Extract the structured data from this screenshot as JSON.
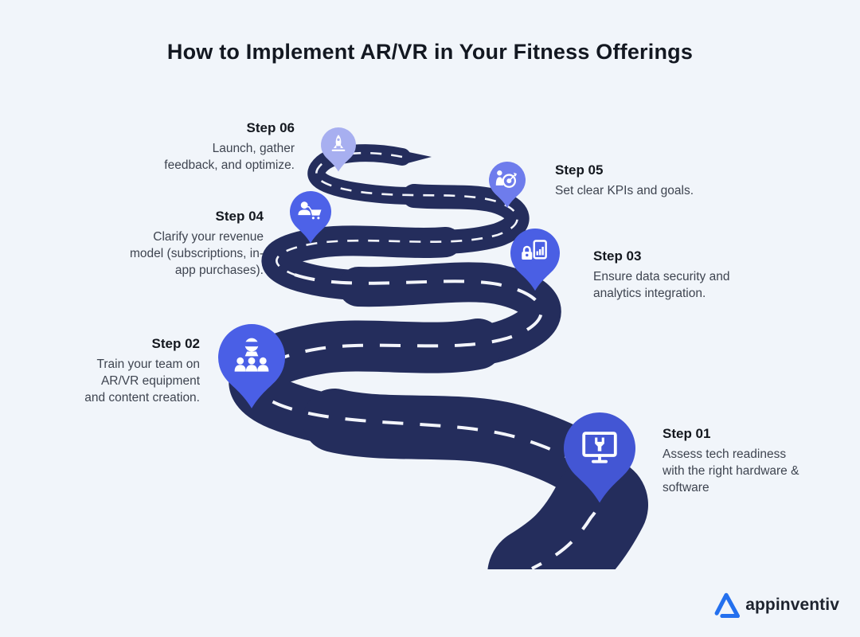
{
  "page": {
    "title": "How to Implement AR/VR in Your Fitness Offerings",
    "background": "#f1f5fa"
  },
  "road": {
    "color": "#242d5c",
    "dash_color": "#f3f5fb"
  },
  "steps": [
    {
      "label": "Step 01",
      "lines": [
        "Assess tech readiness",
        "with the right hardware &",
        "software"
      ],
      "icon": "monitor-wrench-icon",
      "pin_color": "#4356d4"
    },
    {
      "label": "Step 02",
      "lines": [
        "Train your team on",
        "AR/VR equipment",
        "and content creation."
      ],
      "icon": "vr-team-icon",
      "pin_color": "#4a5fe6"
    },
    {
      "label": "Step 03",
      "lines": [
        "Ensure data security and",
        "analytics integration."
      ],
      "icon": "secure-analytics-icon",
      "pin_color": "#4a5fe4"
    },
    {
      "label": "Step 04",
      "lines": [
        "Clarify your revenue",
        "model (subscriptions, in-",
        "app purchases)."
      ],
      "icon": "customer-cart-icon",
      "pin_color": "#4d62e8"
    },
    {
      "label": "Step 05",
      "lines": [
        "Set clear KPIs and goals."
      ],
      "icon": "kpi-target-icon",
      "pin_color": "#6e7cec"
    },
    {
      "label": "Step 06",
      "lines": [
        "Launch, gather",
        "feedback, and optimize."
      ],
      "icon": "rocket-launch-icon",
      "pin_color": "#a7aff0"
    }
  ],
  "brand": {
    "name": "appinventiv",
    "mark_color": "#2470ee"
  }
}
